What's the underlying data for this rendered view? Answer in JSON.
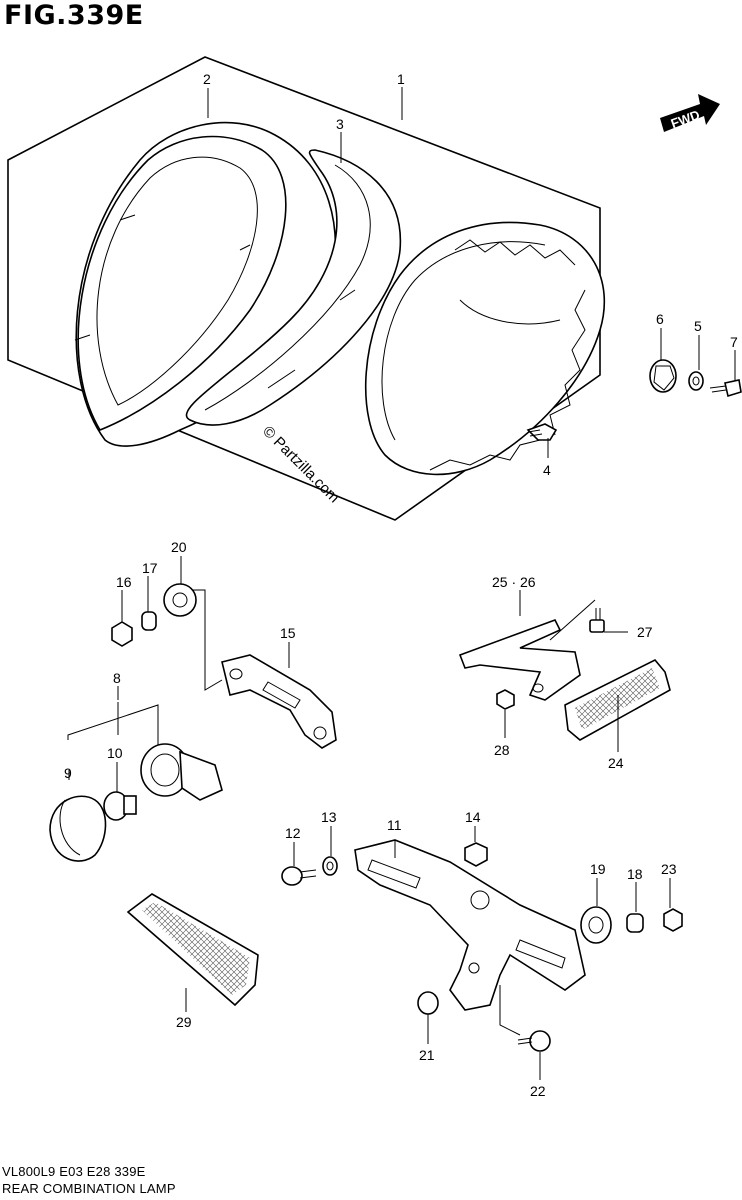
{
  "figure": {
    "title": "FIG.339E",
    "model_line": "VL800L9  E03  E28  339E",
    "caption": "REAR COMBINATION LAMP",
    "watermark": "© Partzilla.com",
    "fwd_label": "FWD"
  },
  "callouts": [
    "1",
    "2",
    "3",
    "4",
    "5",
    "6",
    "7",
    "8",
    "9",
    "10",
    "11",
    "12",
    "13",
    "14",
    "15",
    "16",
    "17",
    "18",
    "19",
    "20",
    "21",
    "22",
    "23",
    "24",
    "25 · 26",
    "27",
    "28",
    "29"
  ]
}
